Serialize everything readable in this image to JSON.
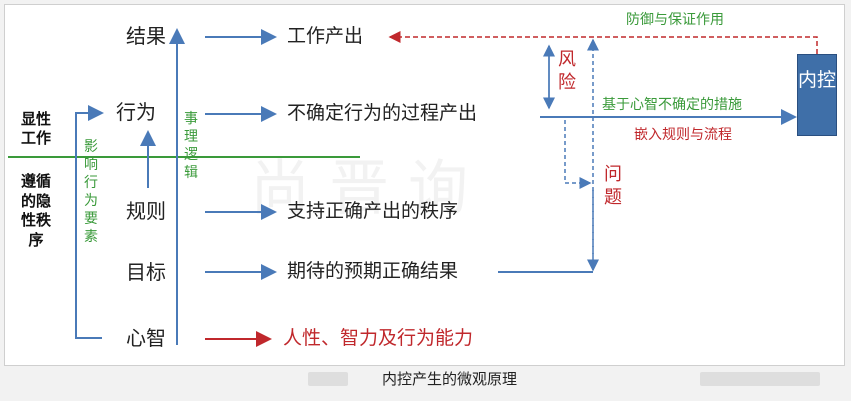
{
  "left_labels": {
    "explicit_work": "显性工作",
    "implicit_order": "遵循的隐性秩序"
  },
  "influence_label": "影响行为要素",
  "logic_label": "事理逻辑",
  "nodes": {
    "result": "结果",
    "behavior": "行为",
    "rule": "规则",
    "goal": "目标",
    "mind": "心智"
  },
  "outputs": {
    "work_output": "工作产出",
    "uncertain_process": "不确定行为的过程产出",
    "support_order": "支持正确产出的秩序",
    "expected_result": "期待的预期正确结果",
    "human_capability": "人性、智力及行为能力"
  },
  "risk_label": "风险",
  "issue_label": "问题",
  "defense_label": "防御与保证作用",
  "measures_label": "基于心智不确定的措施",
  "embed_label": "嵌入规则与流程",
  "internal_control": "内控",
  "caption": "内控产生的微观原理",
  "colors": {
    "blue": "#4a7ab8",
    "green": "#3a9a3a",
    "red": "#c0282c",
    "box": "#3f6fa8"
  }
}
